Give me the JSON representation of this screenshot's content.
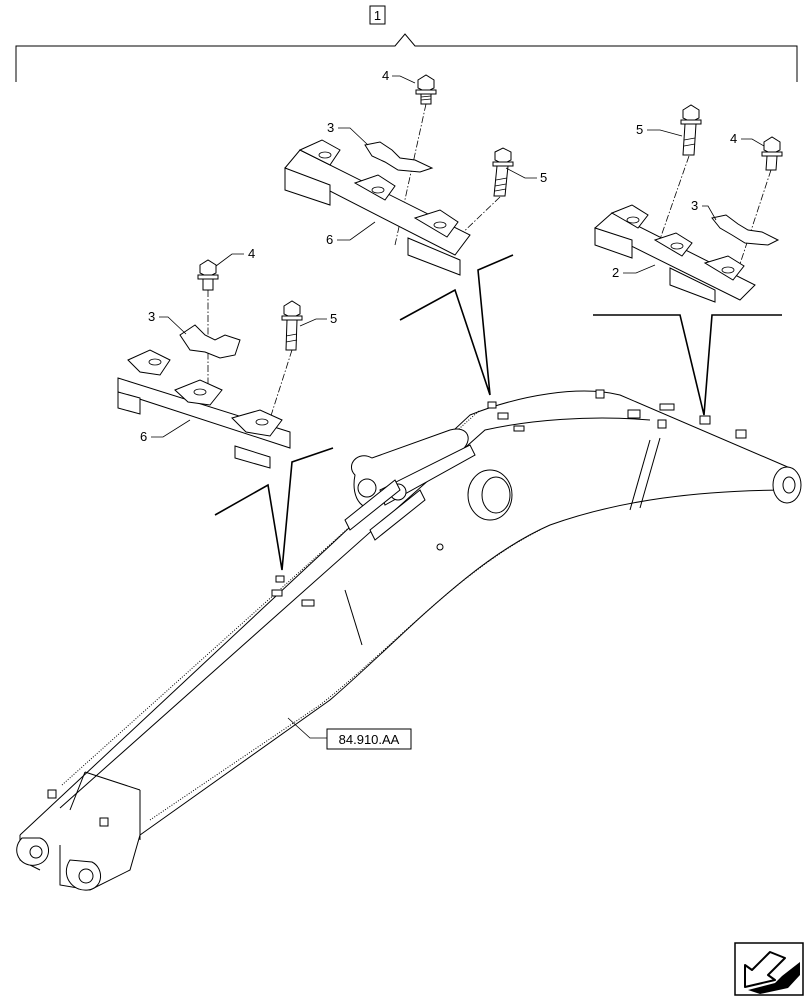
{
  "assembly": {
    "ref": "1"
  },
  "callouts": {
    "c4a": "4",
    "c3a": "3",
    "c5a": "5",
    "c6a": "6",
    "c4b": "4",
    "c3b": "3",
    "c5b": "5",
    "c6b": "6",
    "c5c": "5",
    "c4c": "4",
    "c3c": "3",
    "c2c": "2"
  },
  "reference_box": {
    "label": "84.910.AA"
  }
}
